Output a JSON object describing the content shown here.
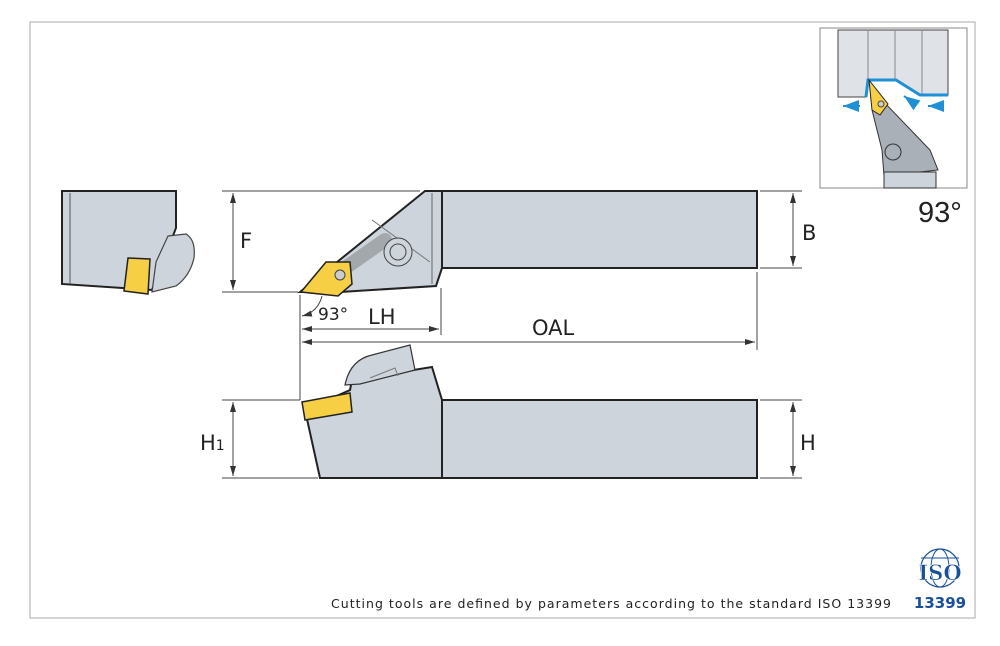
{
  "dimensions": {
    "F": "F",
    "B": "B",
    "LH": "LH",
    "OAL": "OAL",
    "H1_main": "H",
    "H1_sub": "1",
    "H": "H",
    "angle_small": "93°"
  },
  "inset": {
    "angle_label": "93°"
  },
  "footer": {
    "text": "Cutting tools are defined by parameters according to the standard ISO 13399"
  },
  "logo": {
    "top": "ISO",
    "bottom": "13399"
  },
  "colors": {
    "body": "#cdd4dc",
    "insert": "#f6cf45",
    "outline": "#222222",
    "chip_flow": "#1f8fd6",
    "logo": "#1a4f9c"
  }
}
